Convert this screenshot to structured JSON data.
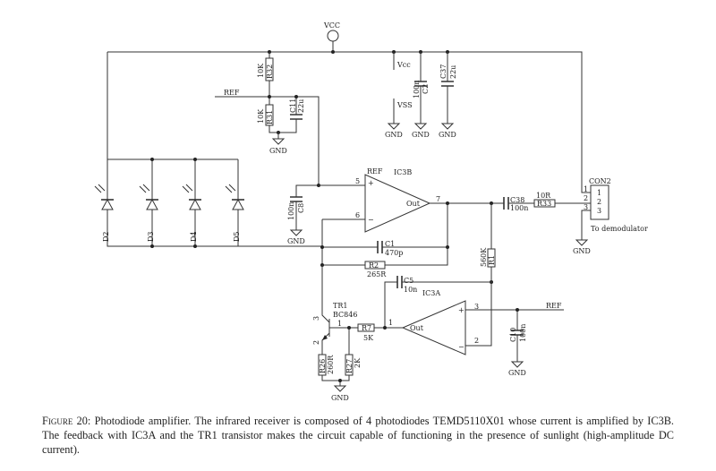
{
  "figure": {
    "label": "Figure 20:",
    "caption": " Photodiode amplifier. The infrared receiver is composed of 4 photodiodes TEMD5110X01 whose current is amplified by IC3B. The feedback with IC3A and the TR1 transistor makes the circuit capable of functioning in the presence of sunlight (high-amplitude DC current)."
  },
  "labels": {
    "vcc": "VCC",
    "vcc_pin": "Vcc",
    "vss_pin": "VSS",
    "gnd": "GND",
    "ref": "REF",
    "r32": "R32",
    "r32_val": "10K",
    "r31": "R31",
    "r31_val": "10K",
    "c11": "C11",
    "c11_val": "22u",
    "c2": "C2",
    "c2_val": "100n",
    "c37": "C37",
    "c37_val": "22u",
    "c8": "C8",
    "c8_val": "100n",
    "ic3b": "IC3B",
    "ic3a": "IC3A",
    "out": "Out",
    "pin5": "5",
    "pin6": "6",
    "pin7": "7",
    "pin1": "1",
    "pin2": "2",
    "pin3": "3",
    "c38": "C38",
    "c38_val": "100n",
    "r33": "R33",
    "r33_val": "10R",
    "con2": "CON2",
    "con_to": "To demodulator",
    "c1": "C1",
    "c1_val": "470p",
    "r2": "R2",
    "r2_val": "265R",
    "r1": "R1",
    "r1_val": "560K",
    "c5": "C5",
    "c5_val": "10n",
    "tr1": "TR1",
    "tr1_val": "BC846",
    "r7": "R7",
    "r7_val": "5K",
    "r26": "R26",
    "r26_val": "260R",
    "r27": "R27",
    "r27_val": "2K",
    "c10": "C10",
    "c10_val": "100n",
    "d2": "D2",
    "d3": "D3",
    "d4": "D4",
    "d5": "D5"
  }
}
